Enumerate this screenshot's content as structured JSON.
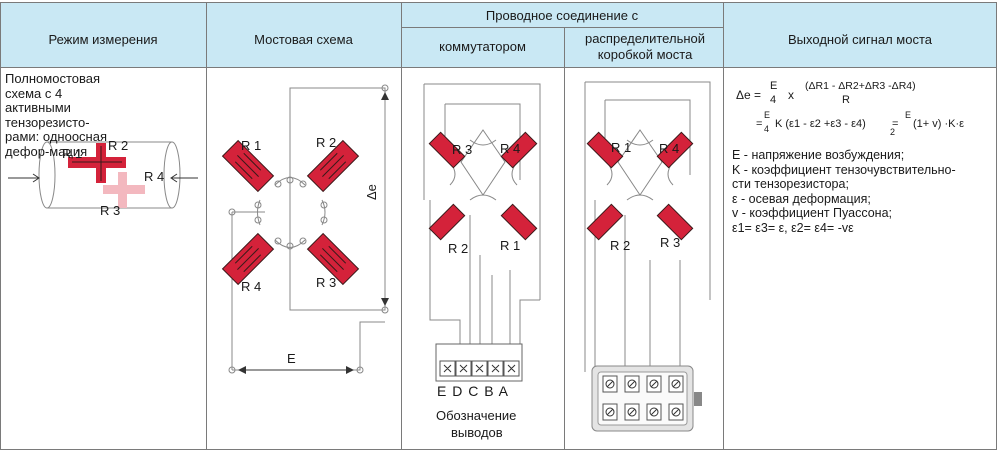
{
  "header": {
    "mode": "Режим измерения",
    "bridge": "Мостовая схема",
    "wiring": "Проводное соединение с",
    "switch": "коммутатором",
    "distribution": "распределительной коробкой моста",
    "output": "Выходной сигнал моста"
  },
  "mode_description": "Полномостовая схема с 4 активными тензорезисто-рами: одноосная дефор-мация",
  "labels": {
    "r1": "R 1",
    "r2": "R 2",
    "r3": "R 3",
    "r4": "R 4",
    "delta_e": "Δe",
    "e": "E",
    "pins": "E D C B  A",
    "pins_caption_line1": "Обозначение",
    "pins_caption_line2": "выводов"
  },
  "formula": {
    "lhs": "Δe =",
    "e1": "E",
    "four1": "4",
    "times": "x",
    "num": "(ΔR1 - ΔR2+ΔR3 -ΔR4)",
    "den": "R",
    "eq2": "=",
    "e2": "E",
    "four2": "4",
    "k_part": "K (ε1 - ε2 +ε3 - ε4)",
    "eq3": "=",
    "e3": "E",
    "two": "2",
    "tail": "(1+ v) ·K·ε"
  },
  "legend": {
    "l1": "E - напряжение возбуждения;",
    "l2": "K - коэффициент тензочувствительно-",
    "l3": "сти тензорезистора;",
    "l4": "ε - осевая деформация;",
    "l5": "v - коэффициент Пуассона;",
    "l6": "ε1= ε3= ε, ε2= ε4= -vε"
  },
  "colors": {
    "header_fill": "#c9e8f4",
    "border": "#7a7a7a",
    "gauge": "#d4223a",
    "gauge_dark": "#3a1a1a",
    "gauge_ghost": "#f3b8bf",
    "wire": "#777777"
  }
}
